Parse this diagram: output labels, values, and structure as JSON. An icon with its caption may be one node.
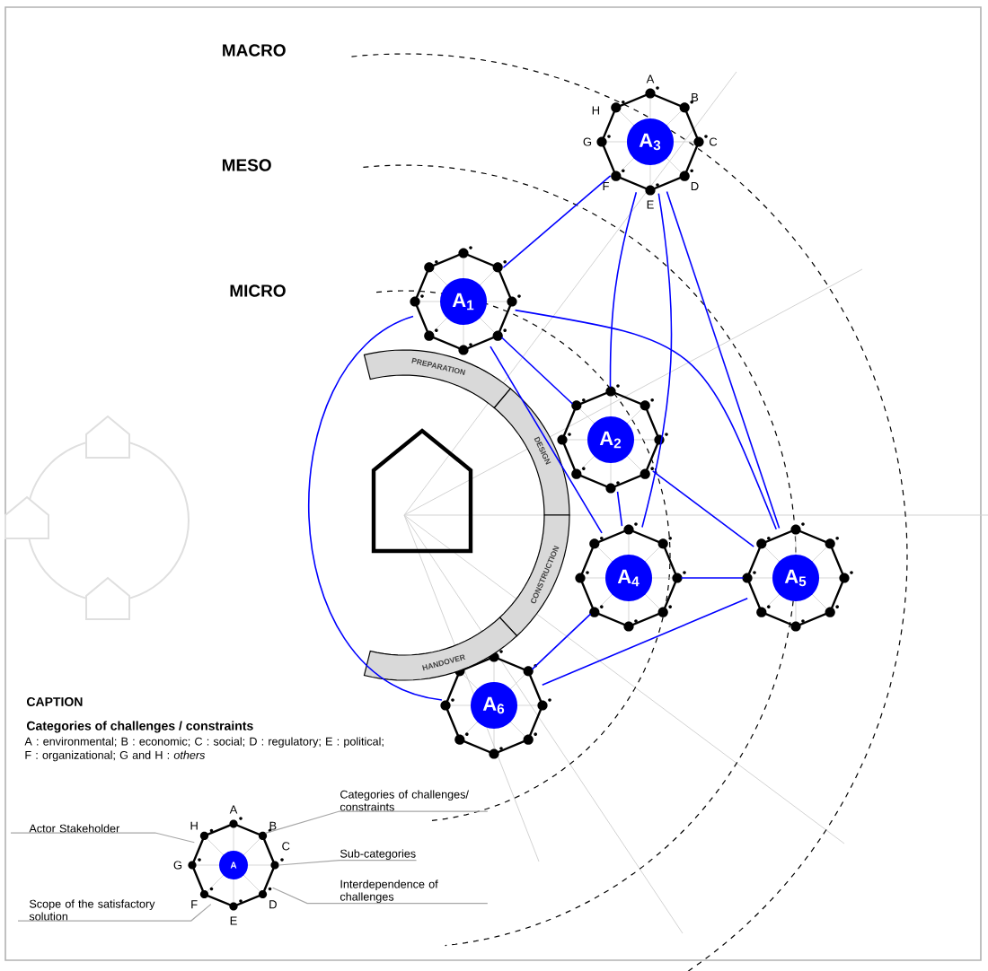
{
  "diagram": {
    "nodes": [
      {
        "text": [
          "A$_{3}$"
        ]
      },
      {
        "text": [
          "A$_{1}$"
        ]
      },
      {
        "text": [
          "A$_{2}$"
        ]
      },
      {
        "text": [
          "A$_{4}$"
        ]
      },
      {
        "text": [
          "A$_{5}$"
        ]
      },
      {
        "text": [
          "A$_{6}$"
        ]
      },
      {
        "text": [
          "PREPARATION"
        ]
      },
      {
        "text": [
          "DESIGN"
        ]
      },
      {
        "text": [
          "CONSTRUCTION"
        ]
      },
      {
        "text": [
          "HANDOVER"
        ]
      },
      {
        "text": [
          "A"
        ]
      },
      {
        "text": [
          "Categories of challenges/ constraints"
        ]
      },
      {
        "text": [
          "Actor Stakeholder"
        ]
      },
      {
        "text": [
          "Sub-categories"
        ]
      },
      {
        "text": [
          "Interdependence of challenges"
        ]
      },
      {
        "text": [
          "Scope of the satisfactory solution"
        ]
      }
    ],
    "edges": [
      {
        "from": 0,
        "to": 1,
        "arrow": "none"
      },
      {
        "from": 0,
        "to": 2,
        "arrow": "none"
      },
      {
        "from": 0,
        "to": 3,
        "arrow": "none"
      },
      {
        "from": 0,
        "to": 4,
        "arrow": "none"
      },
      {
        "from": 1,
        "to": 2,
        "arrow": "none"
      },
      {
        "from": 1,
        "to": 3,
        "arrow": "none"
      },
      {
        "from": 1,
        "to": 4,
        "arrow": "none"
      },
      {
        "from": 1,
        "to": 5,
        "arrow": "none"
      },
      {
        "from": 2,
        "to": 3,
        "arrow": "none"
      },
      {
        "from": 2,
        "to": 4,
        "arrow": "none"
      },
      {
        "from": 3,
        "to": 4,
        "arrow": "none"
      },
      {
        "from": 3,
        "to": 5,
        "arrow": "none"
      },
      {
        "from": 4,
        "to": 5,
        "arrow": "none"
      },
      {
        "from": 11,
        "to": 10,
        "arrow": "none",
        "color": "#a6a6a6"
      },
      {
        "from": 12,
        "to": 10,
        "arrow": "none",
        "color": "#a6a6a6"
      },
      {
        "from": 13,
        "to": 10,
        "arrow": "none",
        "color": "#a6a6a6"
      },
      {
        "from": 14,
        "to": 10,
        "arrow": "none",
        "color": "#a6a6a6"
      },
      {
        "from": 15,
        "to": 10,
        "arrow": "none",
        "color": "#a6a6a6"
      }
    ],
    "labels": [
      "MACRO",
      "A",
      "H",
      "B",
      "G",
      "C",
      "MESO",
      "F",
      "E",
      "D",
      "MICRO",
      "CAPTION",
      "Categories of challenges / constraints",
      "A : environmental; B : economic; C : social; D : regulatory; E : political; F : organizational; G and H : *others*",
      "A",
      "H",
      "B",
      "G",
      "C",
      "F",
      "D",
      "E"
    ]
  }
}
